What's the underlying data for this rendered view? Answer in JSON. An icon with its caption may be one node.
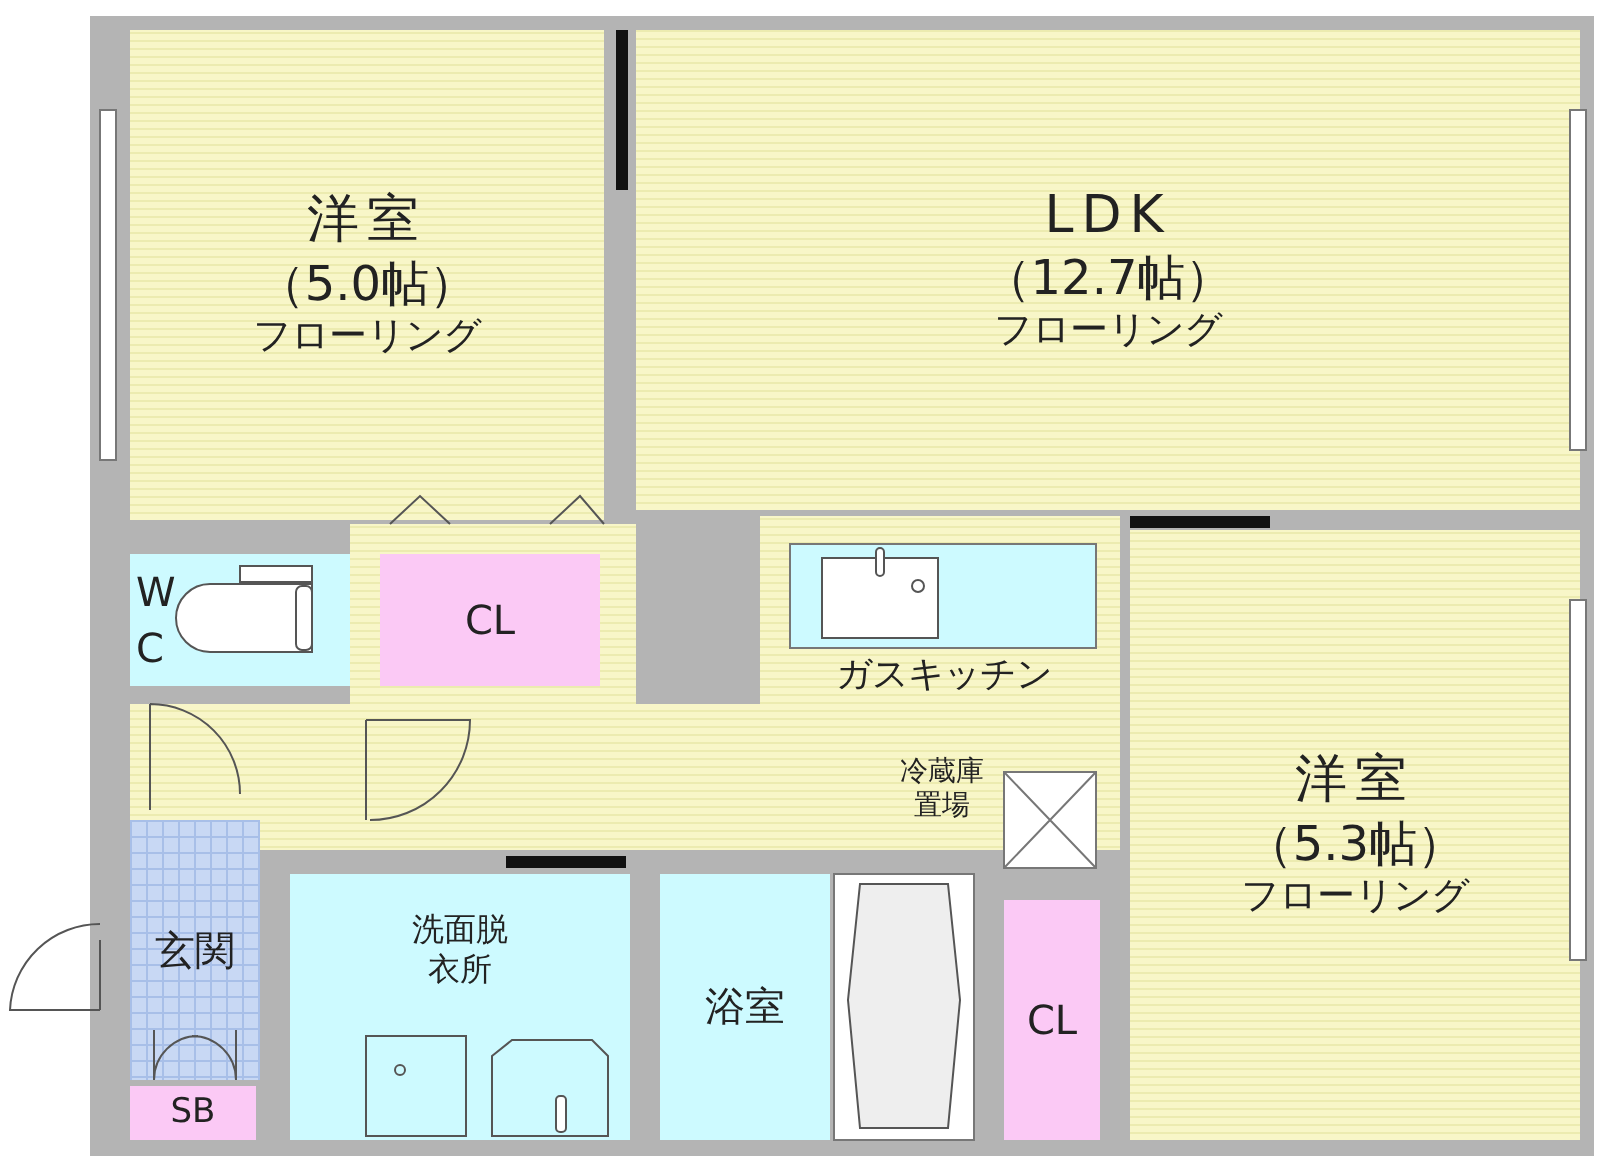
{
  "diagram": {
    "nodes": [
      {
        "text": [
          "洋室",
          "（5.0帖）",
          "フローリング"
        ]
      },
      {
        "text": [
          "LDK",
          "（12.7帖）",
          "フローリング"
        ]
      },
      {
        "text": [
          "洋室",
          "（5.3帖）",
          "フローリング"
        ]
      },
      {
        "text": [
          "WC"
        ]
      },
      {
        "text": [
          "CL"
        ]
      },
      {
        "text": [
          "ガスキッチン"
        ]
      },
      {
        "text": [
          "冷蔵庫置場"
        ]
      },
      {
        "text": [
          "玄関"
        ]
      },
      {
        "text": [
          "SB"
        ]
      },
      {
        "text": [
          "洗面脱衣所"
        ]
      },
      {
        "text": [
          "浴室"
        ]
      },
      {
        "text": [
          "CL"
        ]
      }
    ],
    "edges": []
  }
}
